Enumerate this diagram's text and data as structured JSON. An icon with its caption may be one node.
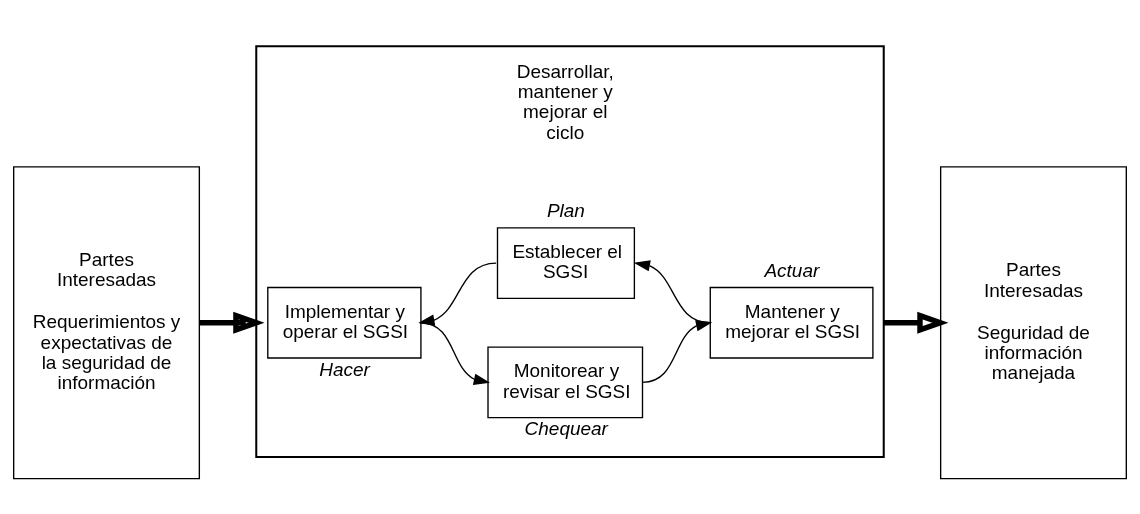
{
  "diagram": {
    "nodes": [
      {
        "text": [
          "Partes Interesadas",
          "Requerimientos y expectativas de la seguridad de información"
        ]
      },
      {
        "text": [],
        "shape": "box"
      },
      {
        "text": [
          "Establecer el SGSI"
        ],
        "in": 1,
        "beside": [
          "Plan"
        ]
      },
      {
        "text": [
          "Implementar y operar el SGSI"
        ],
        "in": 1,
        "beside": [
          "Hacer"
        ]
      },
      {
        "text": [
          "Mantener y mejorar el SGSI"
        ],
        "in": 1,
        "beside": [
          "Actuar"
        ]
      },
      {
        "text": [
          "Monitorear y revisar el SGSI"
        ],
        "in": 1,
        "beside": [
          "Chequear"
        ]
      },
      {
        "text": [
          "Partes Interesadas",
          "Seguridad de información manejada"
        ]
      }
    ],
    "edges": [
      {
        "from": 2,
        "to": 3,
        "arrow": "to"
      },
      {
        "from": 3,
        "to": 5,
        "arrow": "to"
      },
      {
        "from": 5,
        "to": 4,
        "arrow": "to"
      },
      {
        "from": 4,
        "to": 2,
        "arrow": "to"
      },
      {
        "from": 0,
        "to": 1,
        "arrow": "to",
        "style": "thick"
      },
      {
        "from": 1,
        "to": 6,
        "arrow": "to",
        "style": "thick"
      }
    ],
    "labels": [
      "Desarrollar, mantener y mejorar el ciclo"
    ]
  }
}
